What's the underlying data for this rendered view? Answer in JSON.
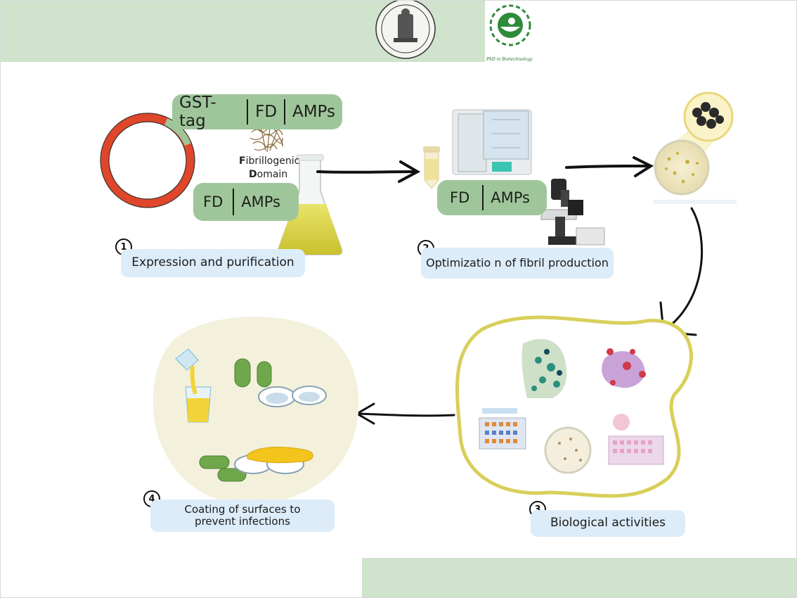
{
  "header": {
    "logo_left": "university-seal",
    "logo_right": "phd-biotechnology-logo",
    "logo_right_caption": "PhD in Biotechnology"
  },
  "construct_full": {
    "tag": "GST-tag",
    "domain": "FD",
    "peptide": "AMPs"
  },
  "fibrillogenic_domain": {
    "line1_initial": "F",
    "line1_rest": "ibrillogenic",
    "line2_initial": "D",
    "line2_rest": "omain"
  },
  "construct_cleaved": {
    "domain": "FD",
    "peptide": "AMPs"
  },
  "construct_fibril": {
    "domain": "FD",
    "peptide": "AMPs"
  },
  "steps": [
    {
      "number": "1",
      "label": "Expression and purification"
    },
    {
      "number": "2",
      "label": "Optimizatio n of fibril production"
    },
    {
      "number": "3",
      "label": "Biological activities"
    },
    {
      "number": "4",
      "label": "Coating of surfaces to prevent infections"
    }
  ],
  "colors": {
    "band_green": "#cfe3cd",
    "pill_green": "#9fc69a",
    "label_blue": "#dcecf8",
    "plasmid_red": "#e0462a",
    "blob_cream": "#f3f1dc",
    "ring_yellow": "#d8cf5a"
  }
}
